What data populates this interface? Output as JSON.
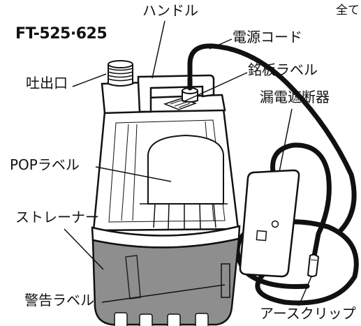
{
  "model": "FT-525·625",
  "corner_text": "全て",
  "labels": {
    "handle": "ハンドル",
    "power_cord": "電源コード",
    "outlet": "吐出口",
    "nameplate": "銘板ラベル",
    "breaker": "漏電遮断器",
    "pop_label": "POPラベル",
    "strainer": "ストレーナー",
    "warning_label": "警告ラベル",
    "earth_clip": "アースクリップ"
  },
  "colors": {
    "outline": "#111111",
    "body": "#ffffff",
    "strainer": "#8e8e8e",
    "cord": "#111111"
  }
}
